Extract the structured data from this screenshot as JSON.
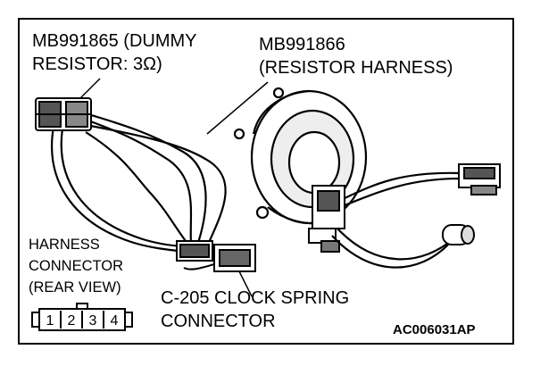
{
  "labels": {
    "dummy_resistor_line1": "MB991865 (DUMMY",
    "dummy_resistor_line2": "RESISTOR: 3Ω)",
    "resistor_harness_line1": "MB991866",
    "resistor_harness_line2": "(RESISTOR HARNESS)",
    "harness_connector_line1": "HARNESS",
    "harness_connector_line2": "CONNECTOR",
    "harness_connector_line3": "(REAR VIEW)",
    "clock_spring_line1": "C-205 CLOCK SPRING",
    "clock_spring_line2": "CONNECTOR",
    "figure_code": "AC006031AP"
  },
  "connector_pins": [
    "1",
    "2",
    "3",
    "4"
  ]
}
